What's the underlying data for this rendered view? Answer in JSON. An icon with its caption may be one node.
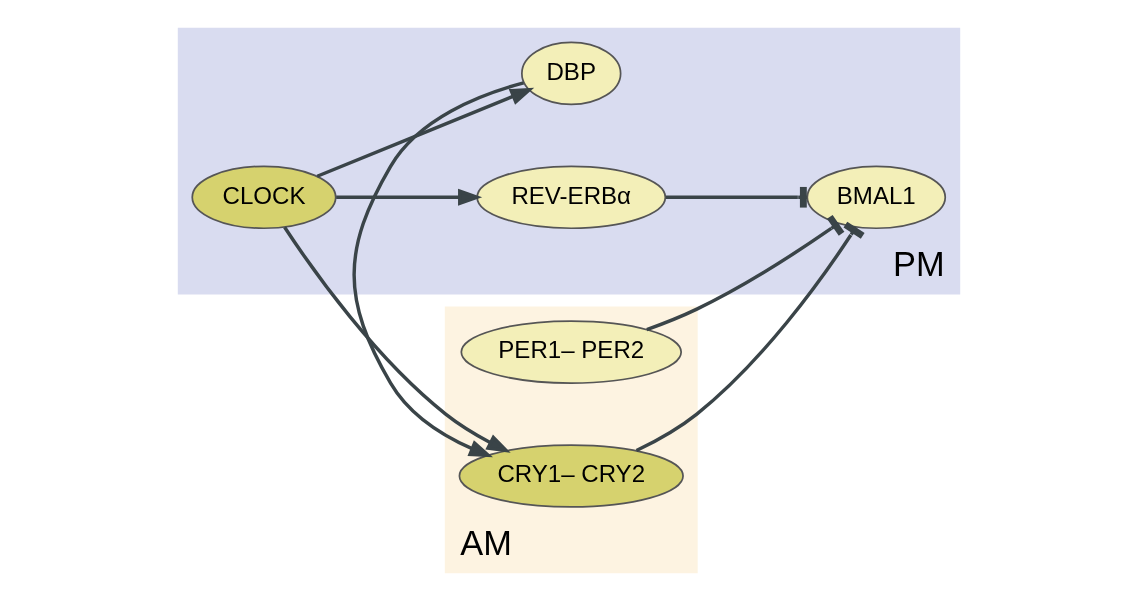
{
  "diagram": {
    "nodes": [
      {
        "text": [
          "AM"
        ]
      },
      {
        "text": [
          "PER1– PER2"
        ],
        "in": 0
      },
      {
        "text": [
          "CRY1– CRY2"
        ],
        "in": 0
      },
      {
        "text": [
          "PM"
        ]
      },
      {
        "text": [
          "BMAL1"
        ],
        "in": 3
      },
      {
        "text": [
          "CLOCK"
        ],
        "in": 3
      },
      {
        "text": [
          "REV-ERBα"
        ],
        "in": 3
      },
      {
        "text": [
          "DBP"
        ],
        "in": 3
      }
    ],
    "edges": [
      {
        "from": 1,
        "to": 4,
        "arrow": "other"
      },
      {
        "from": 2,
        "to": 4,
        "arrow": "other"
      },
      {
        "from": 6,
        "to": 4,
        "arrow": "other"
      },
      {
        "from": 5,
        "to": 2,
        "arrow": "to"
      },
      {
        "from": 5,
        "to": 6,
        "arrow": "to"
      },
      {
        "from": 5,
        "to": 7,
        "arrow": "to"
      },
      {
        "from": 7,
        "to": 2,
        "arrow": "to"
      }
    ]
  }
}
